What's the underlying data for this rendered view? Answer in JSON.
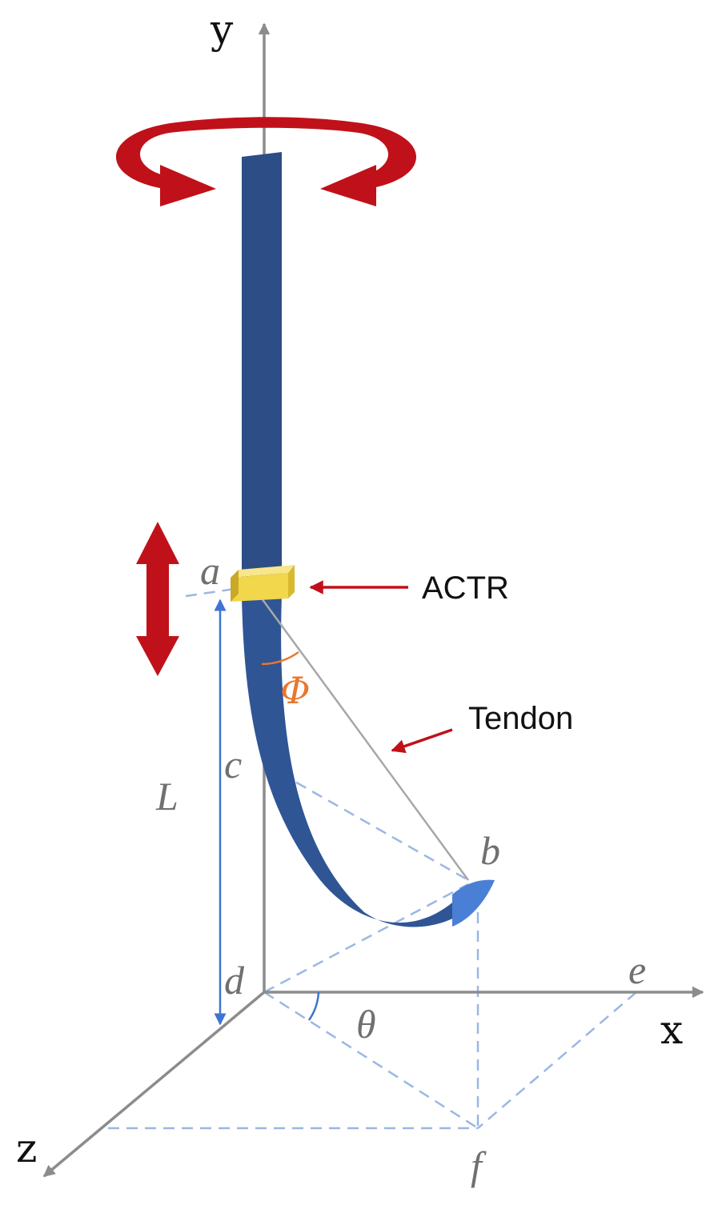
{
  "axes": {
    "x_label": "x",
    "y_label": "y",
    "z_label": "z"
  },
  "points": {
    "a": "a",
    "b": "b",
    "c": "c",
    "d": "d",
    "e": "e",
    "f": "f"
  },
  "symbols": {
    "length": "L",
    "theta": "θ",
    "phi": "Φ"
  },
  "callouts": {
    "actuator": "ACTR",
    "tendon": "Tendon"
  },
  "colors": {
    "axis": "#8c8c8c",
    "rod": "#2c4d85",
    "rod_tip": "#4a7fd6",
    "actuator_block": "#f2d64b",
    "rotation_arrow": "#c0111a",
    "dashed_guides": "#9bb7e3",
    "length_marker": "#3f74d0",
    "phi_marker": "#e8772e",
    "tendon_line": "#a7a7a7"
  },
  "icons": {
    "rotation": "curved-rotation-arrow-icon",
    "translation": "double-headed-vertical-arrow-icon",
    "callout_arrow": "arrow-left-icon"
  }
}
